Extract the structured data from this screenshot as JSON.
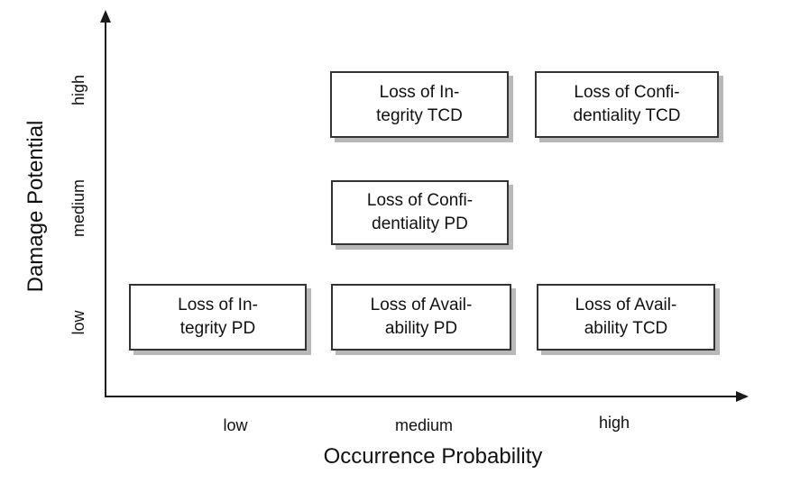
{
  "figure": {
    "background_color": "#ffffff",
    "text_color": "#111111",
    "axis_color": "#1a1a1a",
    "box_border_color": "#333333",
    "box_shadow_color": "#b8b8b8"
  },
  "chart_data": {
    "type": "scatter",
    "title": "",
    "xlabel": "Occurrence Probability",
    "ylabel": "Damage Potential",
    "x_ticks": [
      "low",
      "medium",
      "high"
    ],
    "y_ticks": [
      "low",
      "medium",
      "high"
    ],
    "grid": false,
    "legend": false,
    "points": [
      {
        "label": "Loss of Integrity TCD",
        "x": "medium",
        "y": "high"
      },
      {
        "label": "Loss of Confidentiality TCD",
        "x": "high",
        "y": "high"
      },
      {
        "label": "Loss of Confidentiality PD",
        "x": "medium",
        "y": "medium"
      },
      {
        "label": "Loss of Integrity PD",
        "x": "low",
        "y": "low"
      },
      {
        "label": "Loss of Availability PD",
        "x": "medium",
        "y": "low"
      },
      {
        "label": "Loss of Availability TCD",
        "x": "high",
        "y": "low"
      }
    ]
  },
  "boxes": [
    {
      "id": "loss-of-integrity-tcd",
      "line1": "Loss of In-",
      "line2": "tegrity TCD"
    },
    {
      "id": "loss-of-confidentiality-tcd",
      "line1": "Loss of Confi-",
      "line2": "dentiality TCD"
    },
    {
      "id": "loss-of-confidentiality-pd",
      "line1": "Loss of Confi-",
      "line2": "dentiality PD"
    },
    {
      "id": "loss-of-integrity-pd",
      "line1": "Loss of In-",
      "line2": "tegrity PD"
    },
    {
      "id": "loss-of-availability-pd",
      "line1": "Loss of Avail-",
      "line2": "ability PD"
    },
    {
      "id": "loss-of-availability-tcd",
      "line1": "Loss of Avail-",
      "line2": "ability TCD"
    }
  ]
}
